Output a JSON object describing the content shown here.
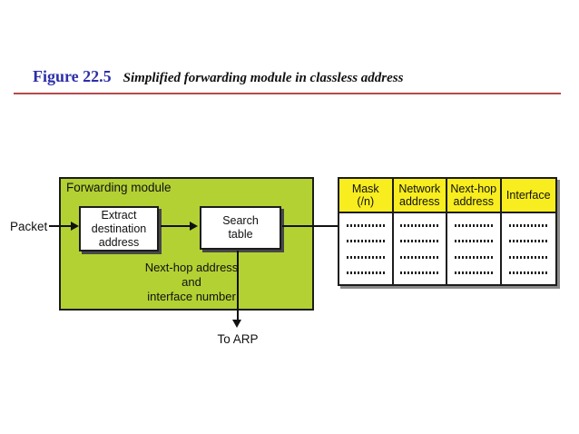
{
  "title": {
    "figure_label": "Figure 22.5",
    "figure_caption": "Simplified forwarding module in classless address"
  },
  "diagram": {
    "packet_label": "Packet",
    "module_label": "Forwarding module",
    "extract_box": {
      "line1": "Extract",
      "line2": "destination",
      "line3": "address"
    },
    "search_box": {
      "line1": "Search",
      "line2": "table"
    },
    "nexthop_label": {
      "line1": "Next-hop address",
      "line2": "and",
      "line3": "interface number"
    },
    "to_arp_label": "To ARP"
  },
  "table": {
    "columns": [
      {
        "line1": "Mask",
        "line2": "(/n)"
      },
      {
        "line1": "Network",
        "line2": "address"
      },
      {
        "line1": "Next-hop",
        "line2": "address"
      },
      {
        "line1": "Interface",
        "line2": ""
      }
    ],
    "rows": 4,
    "cell_placeholder": "............"
  },
  "colors": {
    "module_green": "#b3d133",
    "header_yellow": "#f8ed1e",
    "title_blue": "#2d2fa8",
    "rule_red": "#b5494b",
    "line_black": "#1c1c1c"
  }
}
